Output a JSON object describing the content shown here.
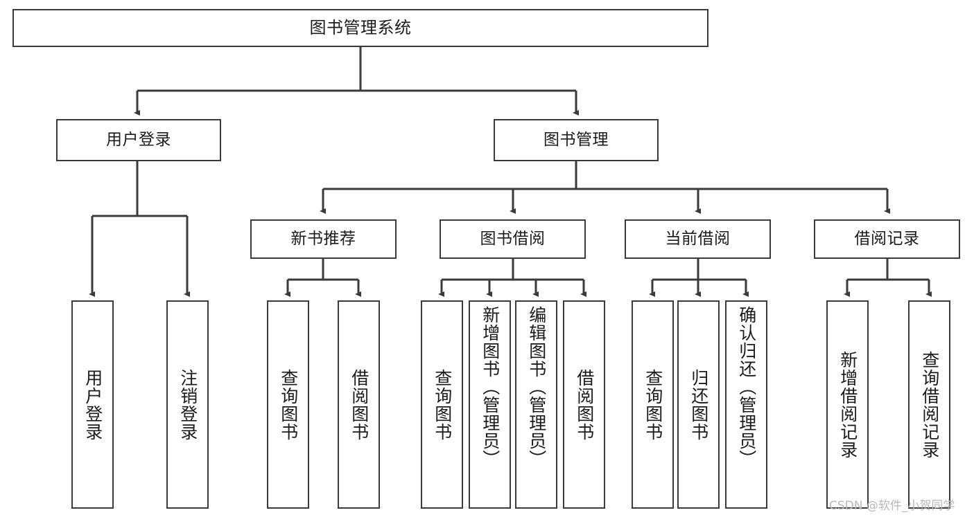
{
  "diagram": {
    "title": "图书管理系统",
    "watermark": "CSDN @软件_小贺同学",
    "stroke_color": "#3a3a3a",
    "text_color": "#1b1b1b",
    "background": "#ffffff",
    "nodes": {
      "root": {
        "label": "图书管理系统"
      },
      "tier1": [
        {
          "label": "用户登录"
        },
        {
          "label": "图书管理"
        }
      ],
      "tier2": [
        {
          "label": "新书推荐"
        },
        {
          "label": "图书借阅"
        },
        {
          "label": "当前借阅"
        },
        {
          "label": "借阅记录"
        }
      ],
      "leaves_user_login": [
        {
          "label": "用户登录"
        },
        {
          "label": "注销登录"
        }
      ],
      "leaves_new_books": [
        {
          "label": "查询图书"
        },
        {
          "label": "借阅图书"
        }
      ],
      "leaves_borrow": [
        {
          "label": "查询图书"
        },
        {
          "label": "新增图书（管理员）"
        },
        {
          "label": "编辑图书（管理员）"
        },
        {
          "label": "借阅图书"
        }
      ],
      "leaves_current": [
        {
          "label": "查询图书"
        },
        {
          "label": "归还图书"
        },
        {
          "label": "确认归还（管理员）"
        }
      ],
      "leaves_records": [
        {
          "label": "新增借阅记录"
        },
        {
          "label": "查询借阅记录"
        }
      ]
    }
  }
}
